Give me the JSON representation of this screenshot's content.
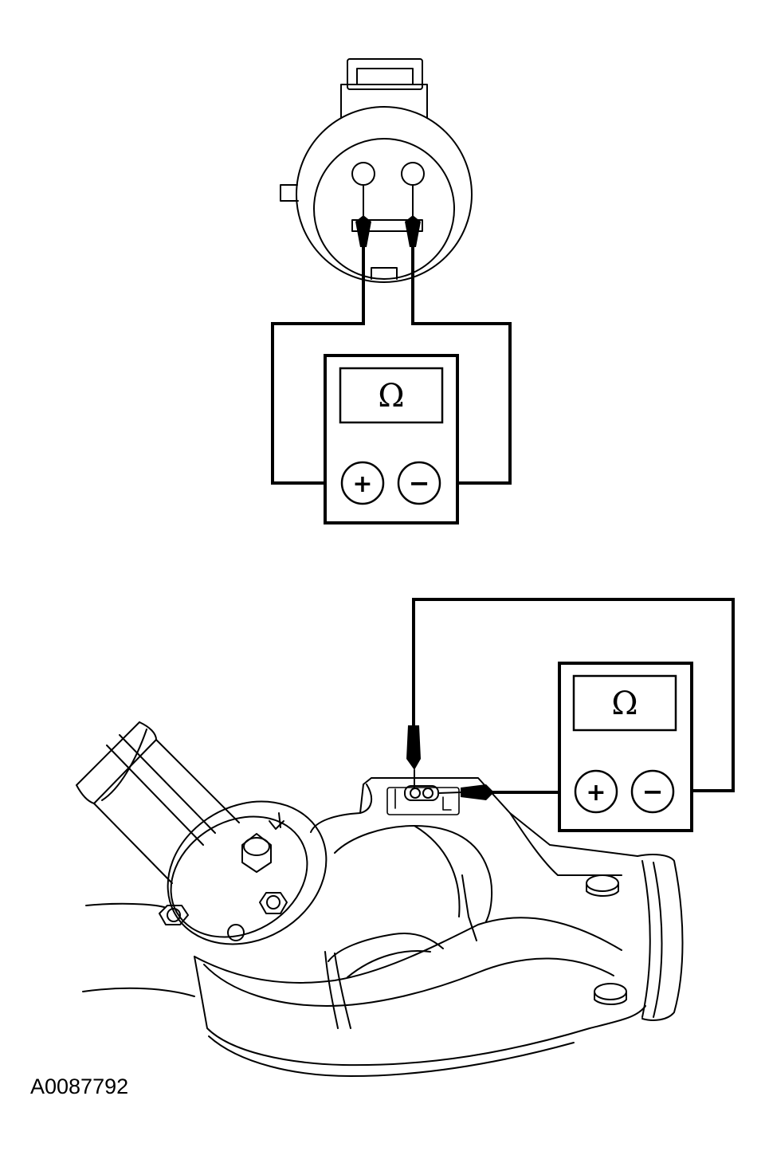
{
  "meter_top": {
    "display_symbol": "Ω",
    "positive_label": "+",
    "negative_label": "−"
  },
  "meter_bottom": {
    "display_symbol": "Ω",
    "positive_label": "+",
    "negative_label": "−"
  },
  "reference_id": "A0087792"
}
